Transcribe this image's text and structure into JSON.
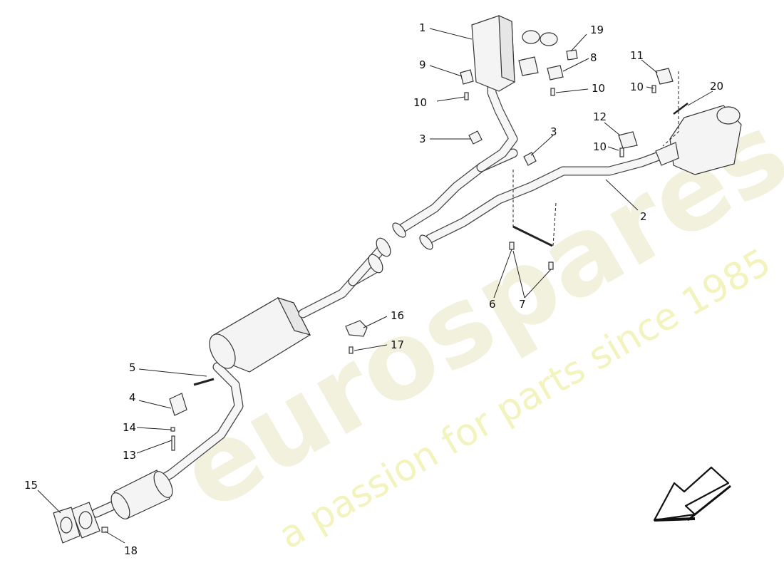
{
  "watermark": {
    "brand": "eurospares",
    "slogan": "a passion for parts since 1985"
  },
  "callouts": [
    "1",
    "2",
    "3",
    "3",
    "4",
    "5",
    "6",
    "7",
    "8",
    "9",
    "10",
    "10",
    "10",
    "10",
    "11",
    "12",
    "13",
    "14",
    "15",
    "16",
    "17",
    "18",
    "19",
    "20"
  ],
  "icons": {
    "direction": "arrow-down-left-icon"
  }
}
